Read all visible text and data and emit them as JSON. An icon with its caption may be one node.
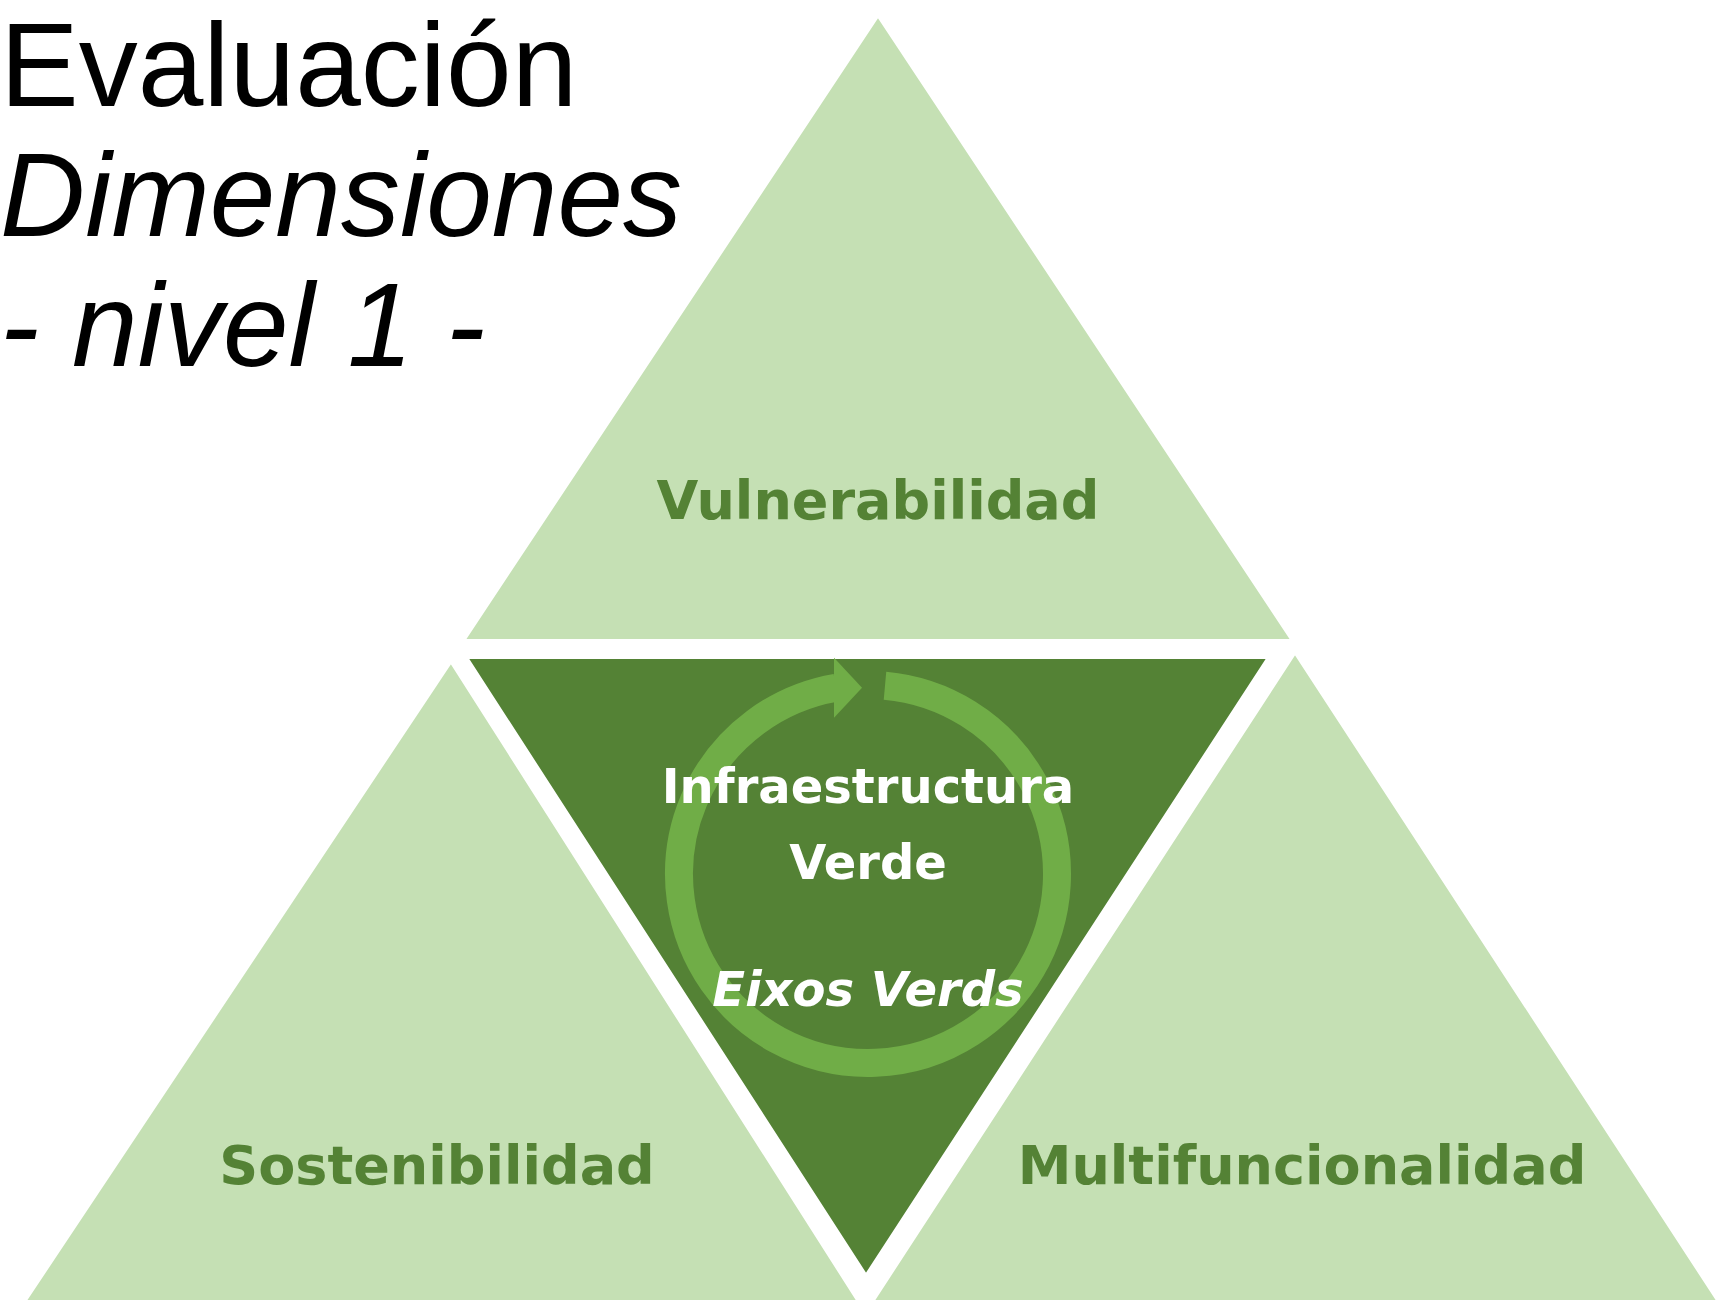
{
  "diagram": {
    "title": "Evaluación *Dimensiones - nivel 1 -*",
    "nodes": [
      {
        "text": [
          "Vulnerabilidad"
        ]
      },
      {
        "text": [
          "Infraestructura Verde",
          "Eixos Verds"
        ]
      },
      {
        "text": [
          "Sostenibilidad"
        ]
      },
      {
        "text": [
          "Multifuncionalidad"
        ]
      }
    ]
  }
}
